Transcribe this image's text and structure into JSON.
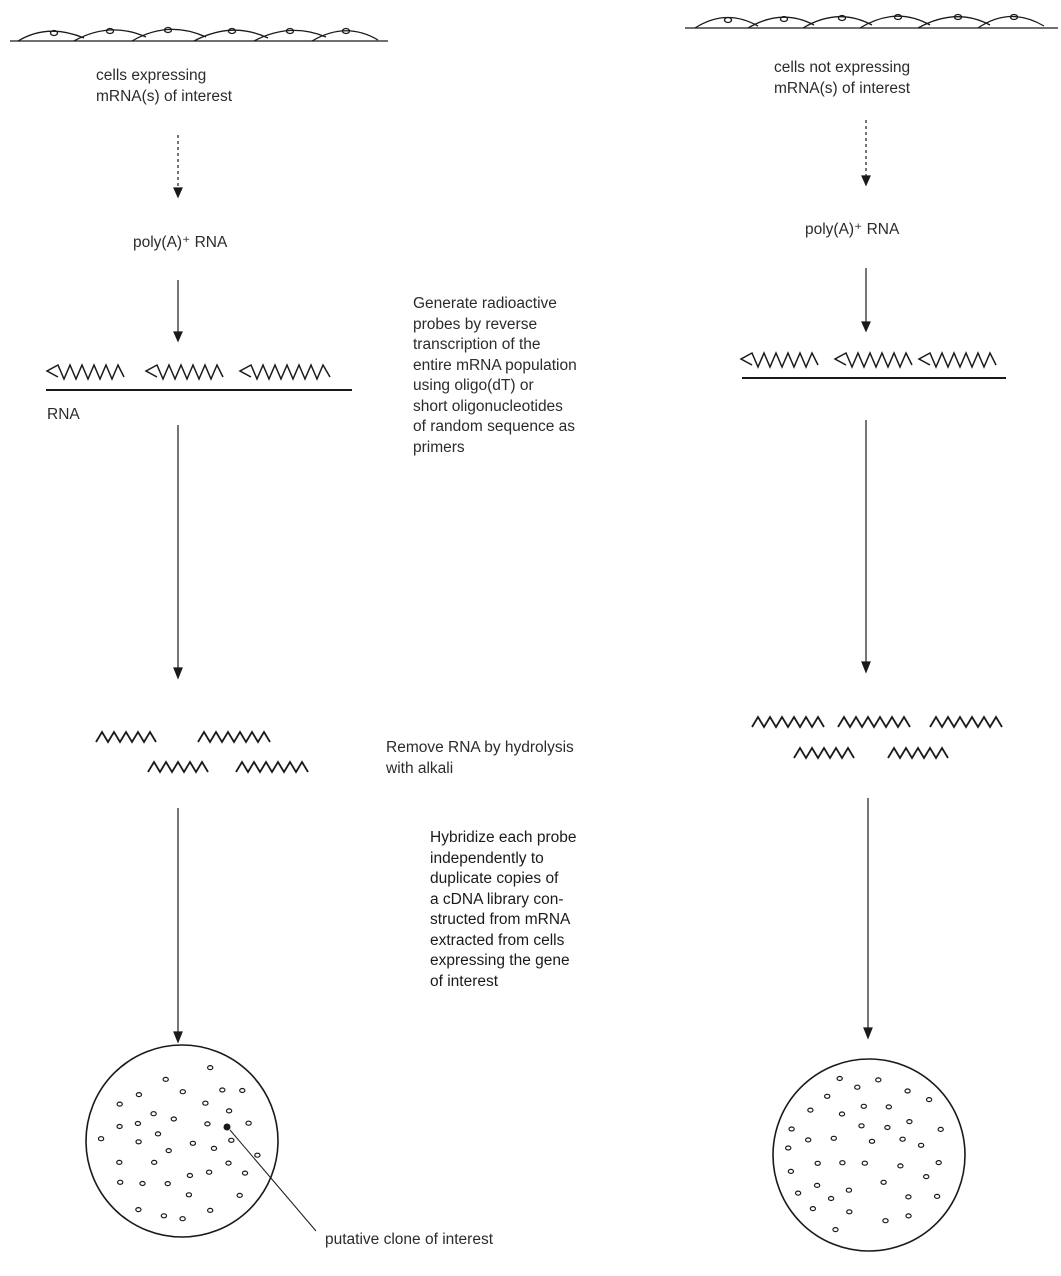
{
  "left": {
    "cells_label": "cells expressing\nmRNA(s) of interest",
    "polya_label": "poly(A)⁺ RNA",
    "rna_label": "RNA"
  },
  "right": {
    "cells_label": "cells not expressing\nmRNA(s) of interest",
    "polya_label": "poly(A)⁺ RNA"
  },
  "steps": {
    "probe_generation": "Generate radioactive\nprobes by reverse\ntranscription of the\nentire mRNA population\nusing oligo(dT) or\nshort oligonucleotides\nof random sequence as\nprimers",
    "remove_rna": "Remove RNA by hydrolysis\nwith alkali",
    "hybridize": "Hybridize each probe\nindependently to\nduplicate copies of\na cDNA library con-\nstructed from mRNA\nextracted from cells\nexpressing the gene\nof interest"
  },
  "callout": {
    "putative_clone": "putative clone of interest"
  },
  "colors": {
    "ink": "#1a1a1a",
    "text": "#2b2b2b",
    "background": "#ffffff"
  }
}
